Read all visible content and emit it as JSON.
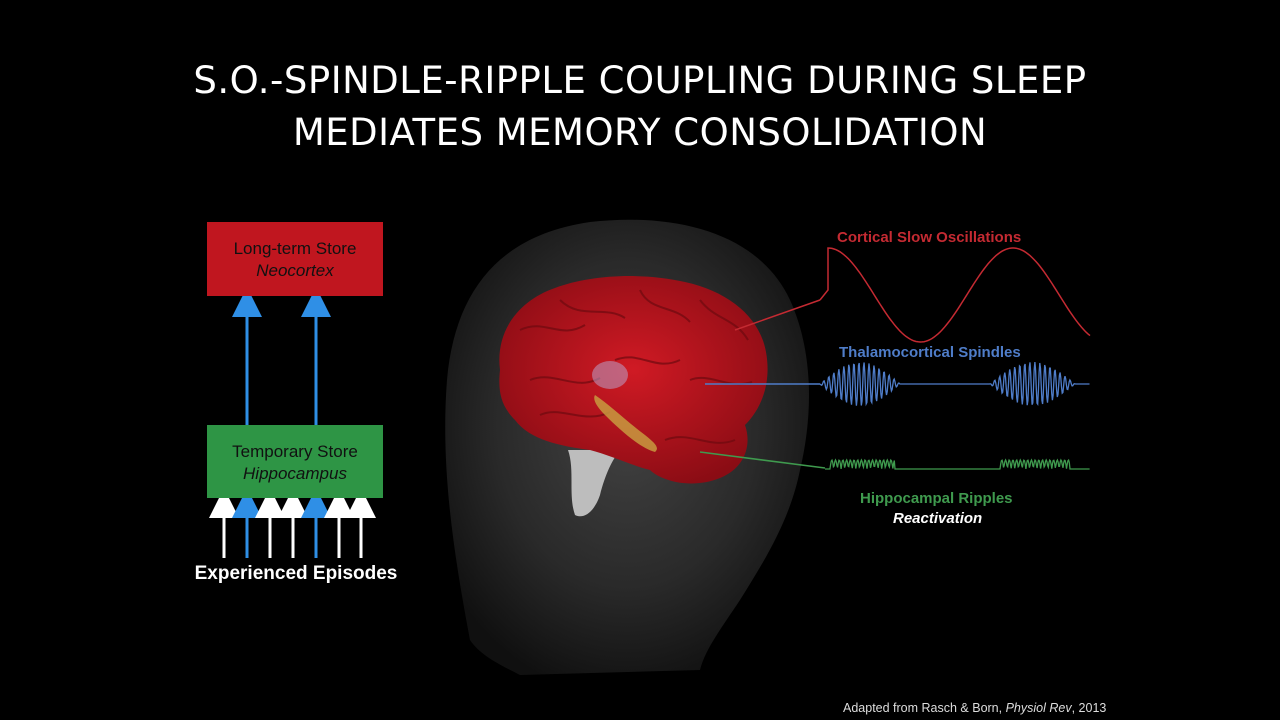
{
  "title": {
    "line1": "S.O.-SPINDLE-RIPPLE COUPLING DURING SLEEP",
    "line2": "MEDIATES MEMORY CONSOLIDATION"
  },
  "boxes": {
    "long_term": {
      "label": "Long-term Store",
      "sublabel": "Neocortex",
      "color": "#c0161f"
    },
    "temporary": {
      "label": "Temporary Store",
      "sublabel": "Hippocampus",
      "color": "#2e9545"
    }
  },
  "episodes_label": "Experienced Episodes",
  "waves": {
    "slow_oscillations": {
      "label": "Cortical Slow Oscillations",
      "color": "#c42a32"
    },
    "spindles": {
      "label": "Thalamocortical Spindles",
      "color": "#4f7dc9"
    },
    "ripples": {
      "label": "Hippocampal Ripples",
      "sublabel": "Reactivation",
      "color": "#3f9a4e"
    }
  },
  "citation": {
    "prefix": "Adapted from Rasch & Born, ",
    "journal": "Physiol Rev",
    "suffix": ", 2013"
  },
  "colors": {
    "arrow_blue": "#2f8fe6",
    "arrow_white": "#ffffff",
    "brain_red": "#b0101a",
    "head_gray": "#3a3a3a"
  }
}
